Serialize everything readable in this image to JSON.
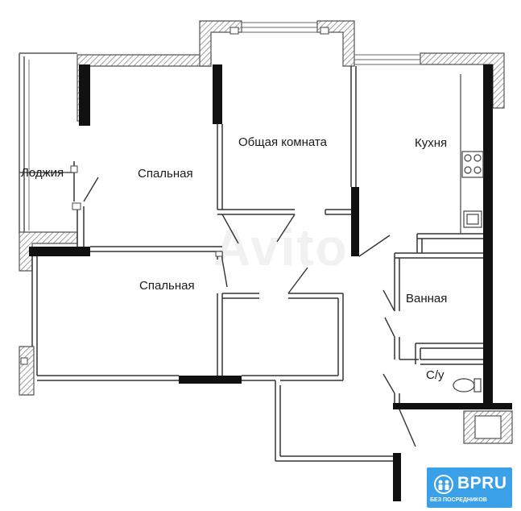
{
  "plan": {
    "rooms": {
      "loggia": "Лоджия",
      "bedroom_1": "Спальная",
      "living_room": "Общая комната",
      "kitchen": "Кухня",
      "bedroom_2": "Спальная",
      "bathroom": "Ванная",
      "toilet": "С/у"
    },
    "watermark": "Avito",
    "colors": {
      "wall": "#111111",
      "line": "#555555",
      "hatch": "#888888",
      "logo_bg": "#3aa0e8"
    }
  },
  "logo": {
    "brand": "BPRU",
    "tagline": "БЕЗ ПОСРЕДНИКОВ",
    "icon": "people-icon"
  }
}
